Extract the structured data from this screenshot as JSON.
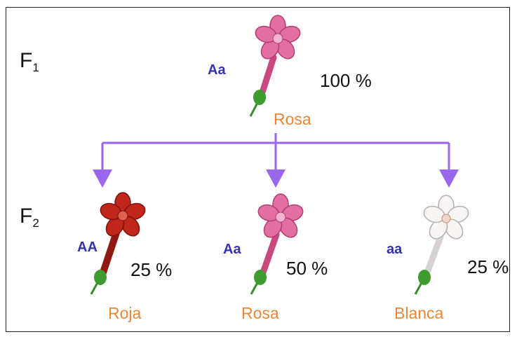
{
  "colors": {
    "arrow": "#9966ee",
    "genotype": "#3333aa",
    "phenotype": "#e8873a",
    "border": "#222222"
  },
  "generations": {
    "f1": {
      "letter": "F",
      "sub": "1"
    },
    "f2": {
      "letter": "F",
      "sub": "2"
    }
  },
  "parent": {
    "genotype": "Aa",
    "percent": "100 %",
    "phenotype": "Rosa",
    "flower_color": "#d9558f"
  },
  "offspring": [
    {
      "genotype": "AA",
      "percent": "25 %",
      "phenotype": "Roja",
      "flower_color": "#c0261a"
    },
    {
      "genotype": "Aa",
      "percent": "50 %",
      "phenotype": "Rosa",
      "flower_color": "#d9558f"
    },
    {
      "genotype": "aa",
      "percent": "25 %",
      "phenotype": "Blanca",
      "flower_color": "#f2eeee"
    }
  ]
}
